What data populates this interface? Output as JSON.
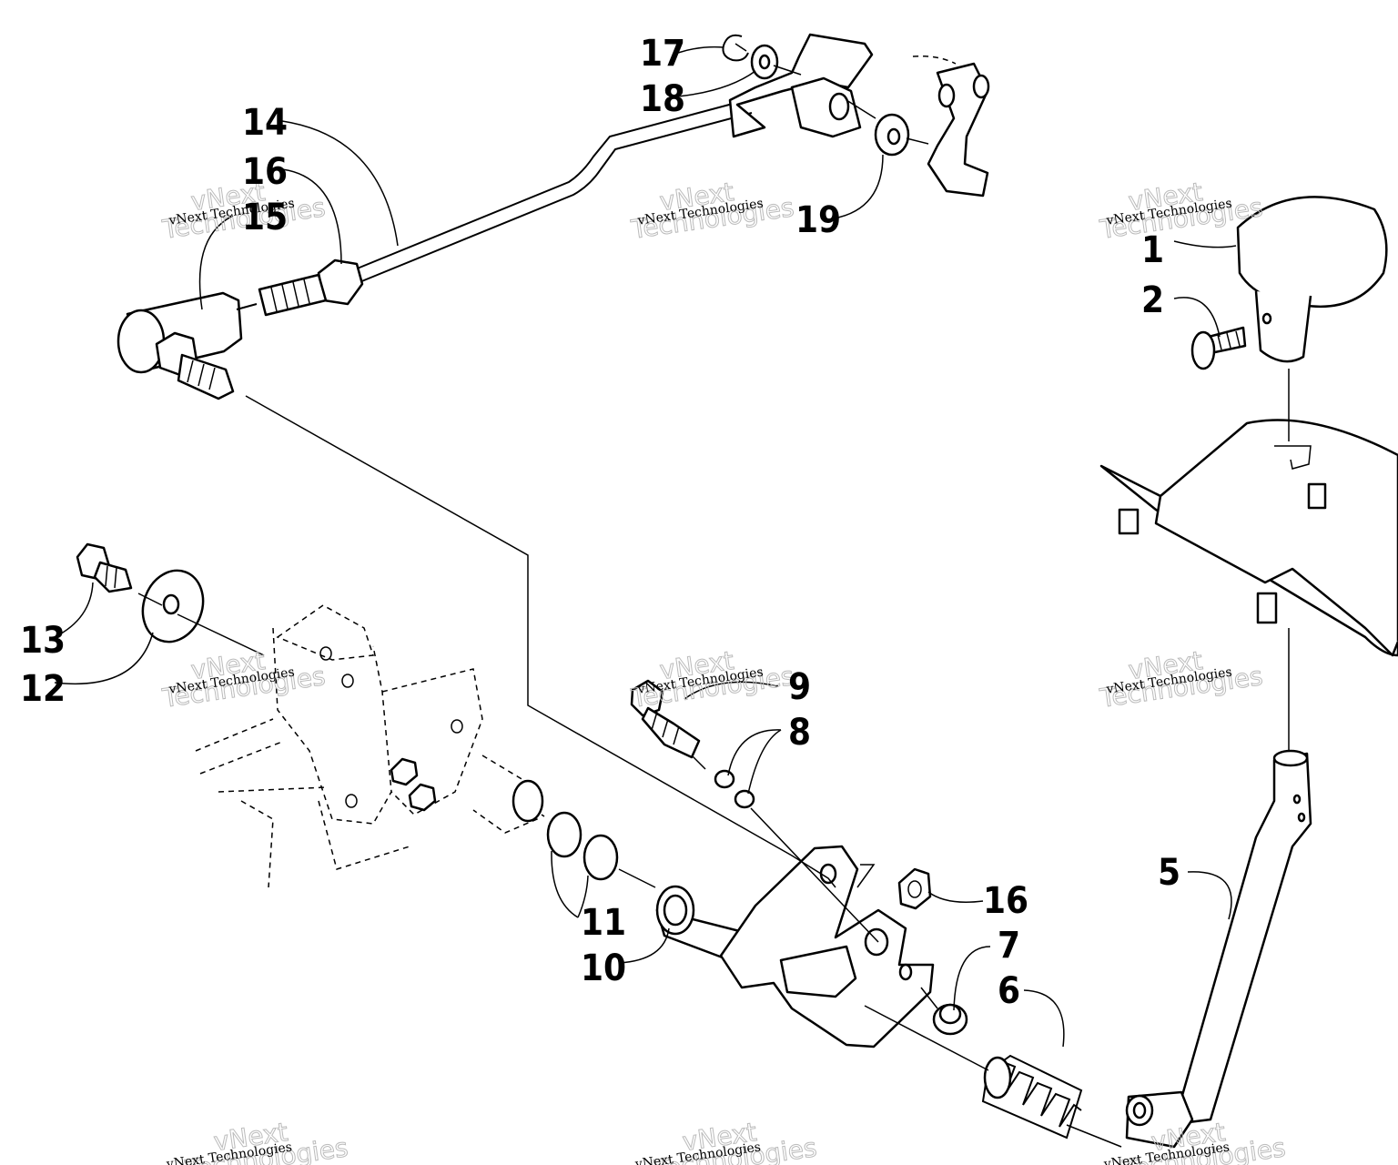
{
  "callouts": [
    {
      "label": "1"
    },
    {
      "label": "2"
    },
    {
      "label": "5"
    },
    {
      "label": "6"
    },
    {
      "label": "7"
    },
    {
      "label": "8"
    },
    {
      "label": "9"
    },
    {
      "label": "10"
    },
    {
      "label": "11"
    },
    {
      "label": "12"
    },
    {
      "label": "13"
    },
    {
      "label": "14"
    },
    {
      "label": "15"
    },
    {
      "label": "16"
    },
    {
      "label": "16"
    },
    {
      "label": "17"
    },
    {
      "label": "18"
    },
    {
      "label": "19"
    }
  ],
  "watermark": {
    "line1": "vNext Technologies",
    "line2": "Technologies",
    "line2_prefix": "vNext"
  }
}
